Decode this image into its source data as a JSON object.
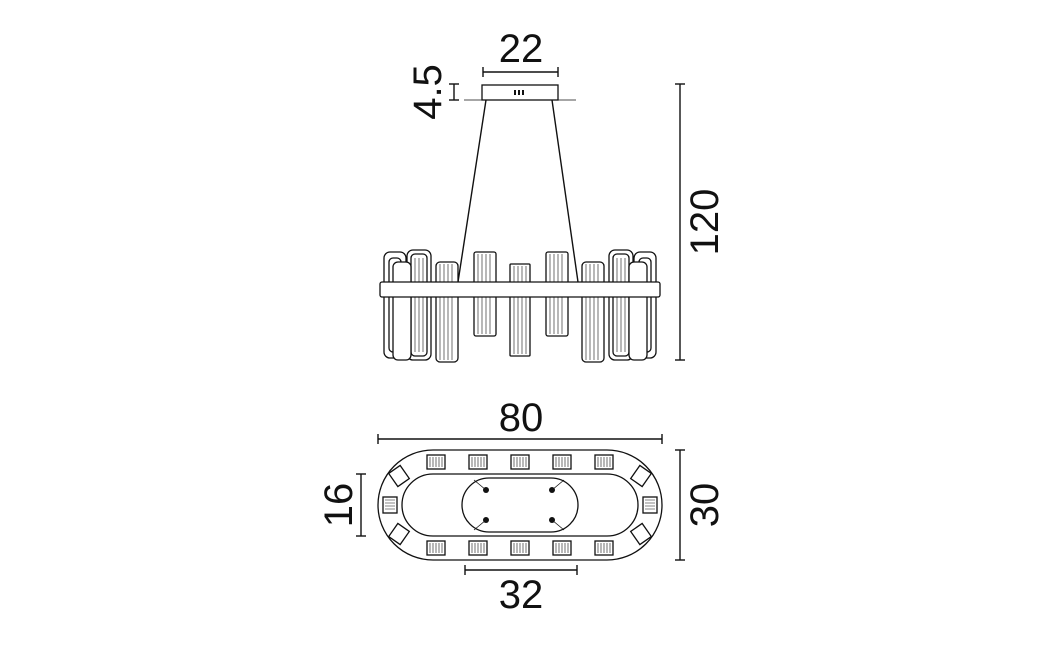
{
  "side_view": {
    "dim_canopy_width": "22",
    "dim_canopy_height": "4.5",
    "dim_total_height": "120"
  },
  "top_view": {
    "dim_length": "80",
    "dim_width_outer": "30",
    "dim_width_inner": "16",
    "dim_canopy_span": "32"
  },
  "colors": {
    "line": "#111111",
    "background": "#ffffff"
  }
}
